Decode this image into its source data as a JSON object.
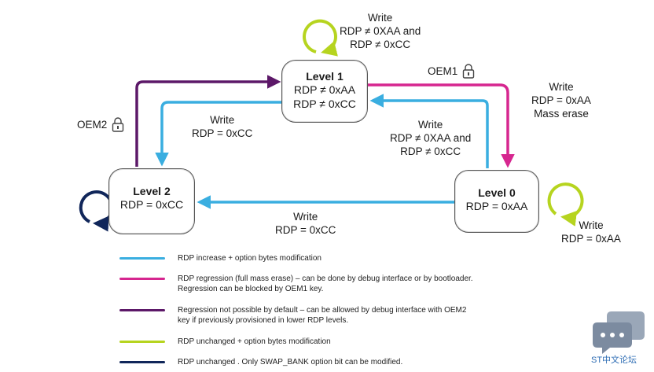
{
  "states": {
    "level1": {
      "title": "Level 1",
      "line1": "RDP ≠ 0xAA",
      "line2": "RDP  ≠ 0xCC"
    },
    "level2": {
      "title": "Level 2",
      "line1": "RDP = 0xCC"
    },
    "level0": {
      "title": "Level 0",
      "line1": "RDP = 0xAA"
    }
  },
  "labels": {
    "l1_self": [
      "Write",
      "RDP ≠ 0XAA and",
      "RDP ≠ 0xCC"
    ],
    "l1_to_l0": [
      "Write",
      "RDP = 0xAA",
      "Mass erase"
    ],
    "l1_to_l2": [
      "Write",
      "RDP = 0xCC"
    ],
    "l0_to_l1": [
      "Write",
      "RDP ≠ 0XAA and",
      "RDP ≠ 0xCC"
    ],
    "l0_to_l2": [
      "Write",
      "RDP = 0xCC"
    ],
    "l0_self": [
      "Write",
      "RDP = 0xAA"
    ],
    "oem1": "OEM1",
    "oem2": "OEM2"
  },
  "legend": [
    {
      "color": "#3aaee0",
      "text": "RDP increase   + option bytes modification"
    },
    {
      "color": "#d6268f",
      "text": "RDP regression (full mass erase) – can be done by debug interface or by bootloader. Regression can be blocked by OEM1 key."
    },
    {
      "color": "#5c1868",
      "text": "Regression not possible by default – can be allowed by debug interface with OEM2 key if previously provisioned in lower RDP levels."
    },
    {
      "color": "#b6d41f",
      "text": "RDP unchanged + option bytes modification"
    },
    {
      "color": "#10265a",
      "text": "RDP unchanged . Only SWAP_BANK option bit can be modified."
    }
  ],
  "colors": {
    "blue": "#3aaee0",
    "magenta": "#d6268f",
    "purple": "#5c1868",
    "lime": "#b6d41f",
    "navy": "#10265a"
  },
  "icons": {
    "lock": "padlock-icon",
    "watermark": "chat-bubbles-logo"
  },
  "watermark": {
    "text": "ST中文论坛"
  }
}
